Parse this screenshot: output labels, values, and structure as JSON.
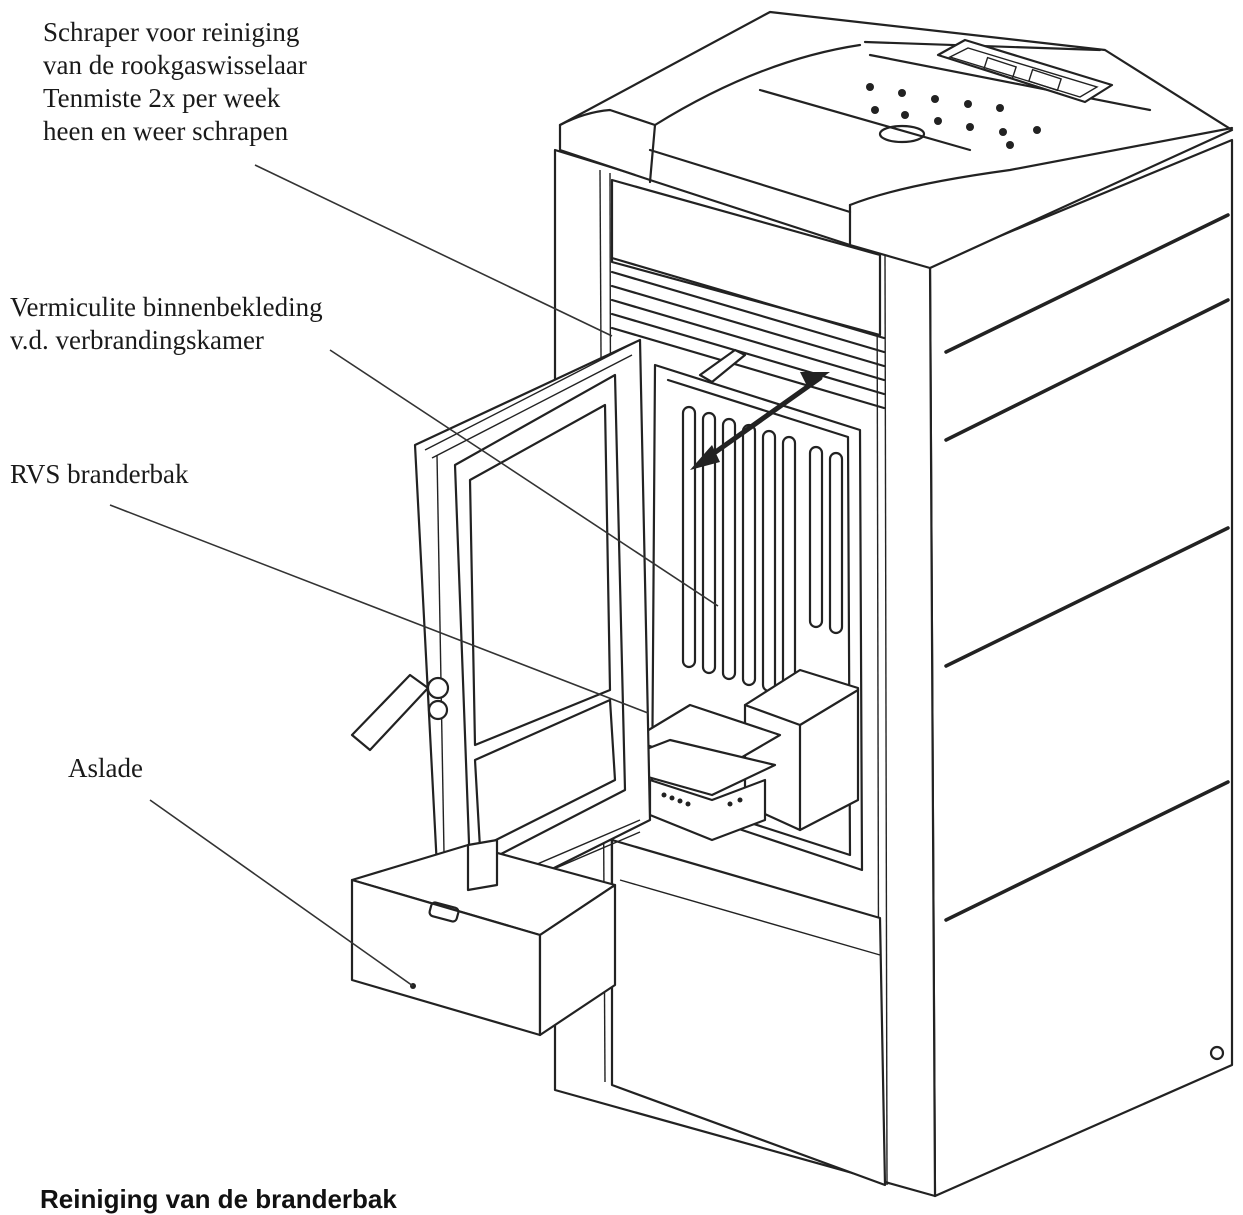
{
  "labels": {
    "scraper": [
      "Schraper voor reiniging",
      "van de rookgaswisselaar",
      "Tenmiste 2x per week",
      "heen en weer schrapen"
    ],
    "vermiculite": [
      "Vermiculite binnenbekleding",
      "v.d. verbrandingskamer"
    ],
    "burner_pot": "RVS branderbak",
    "ash_drawer": "Aslade"
  },
  "caption": "Reiniging van de branderbak"
}
